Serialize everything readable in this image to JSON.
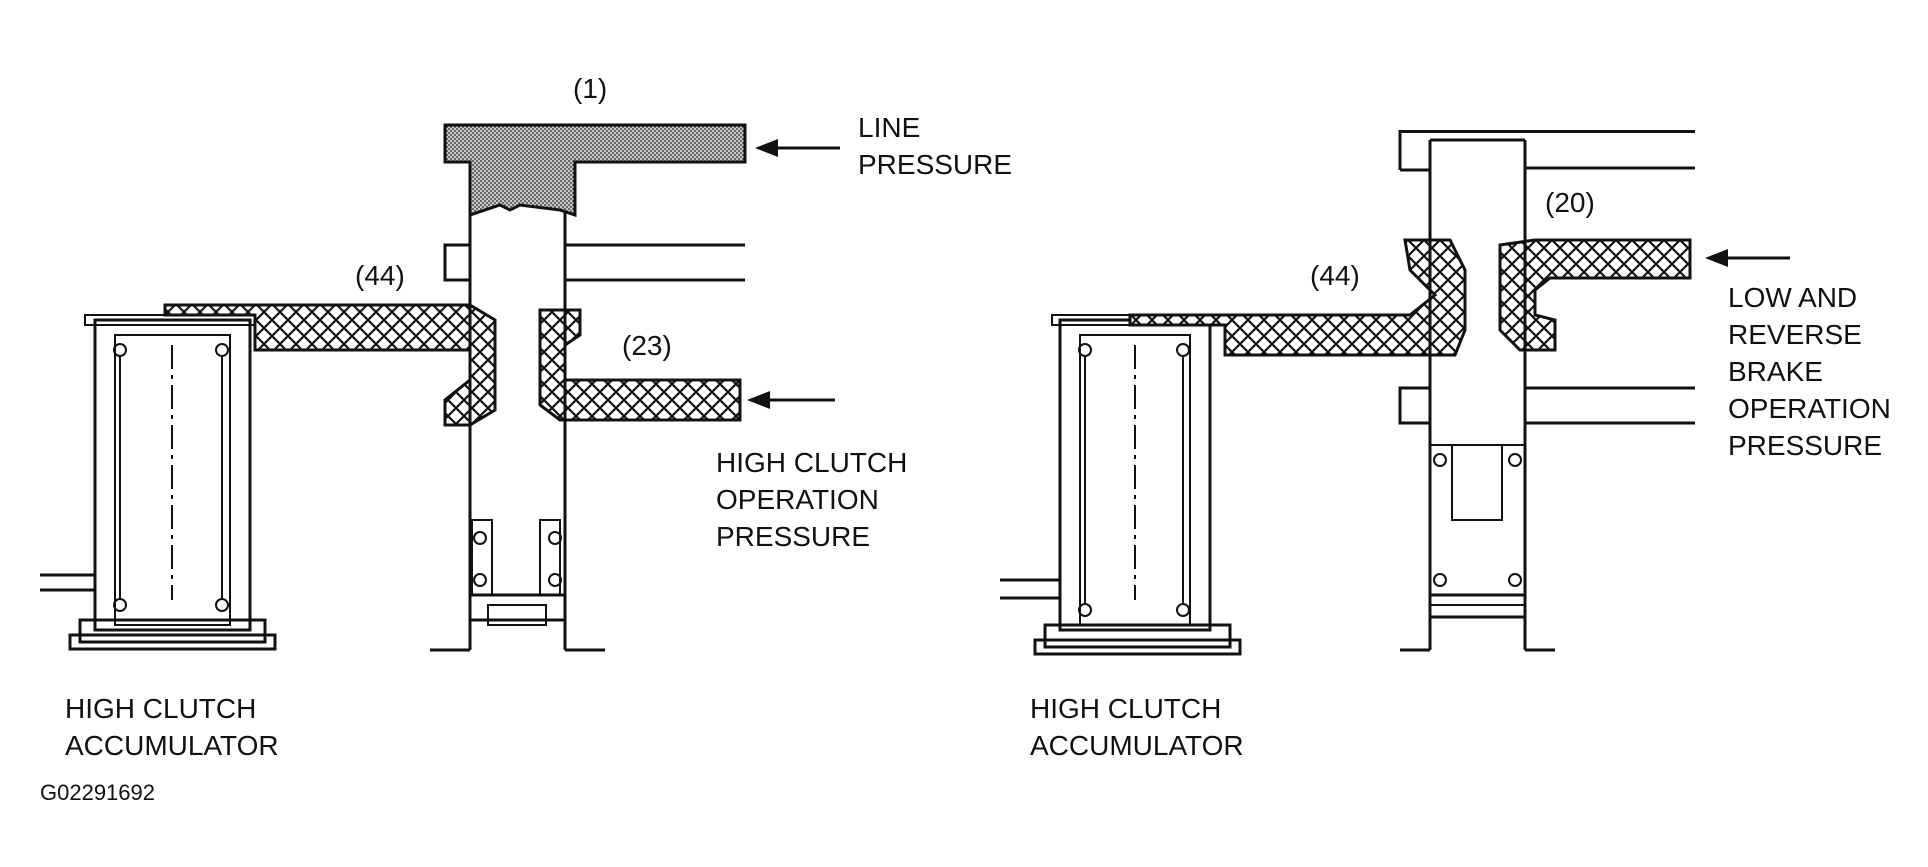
{
  "left": {
    "ref_top": "(1)",
    "line_pressure": [
      "LINE",
      "PRESSURE"
    ],
    "ref_left": "(44)",
    "ref_right": "(23)",
    "high_clutch_op": [
      "HIGH CLUTCH",
      "OPERATION",
      "PRESSURE"
    ],
    "accumulator": [
      "HIGH CLUTCH",
      "ACCUMULATOR"
    ]
  },
  "right": {
    "ref_top": "(20)",
    "ref_left": "(44)",
    "low_reverse": [
      "LOW AND",
      "REVERSE",
      "BRAKE",
      "OPERATION",
      "PRESSURE"
    ],
    "accumulator": [
      "HIGH CLUTCH",
      "ACCUMULATOR"
    ]
  },
  "figure_id": "G02291692"
}
